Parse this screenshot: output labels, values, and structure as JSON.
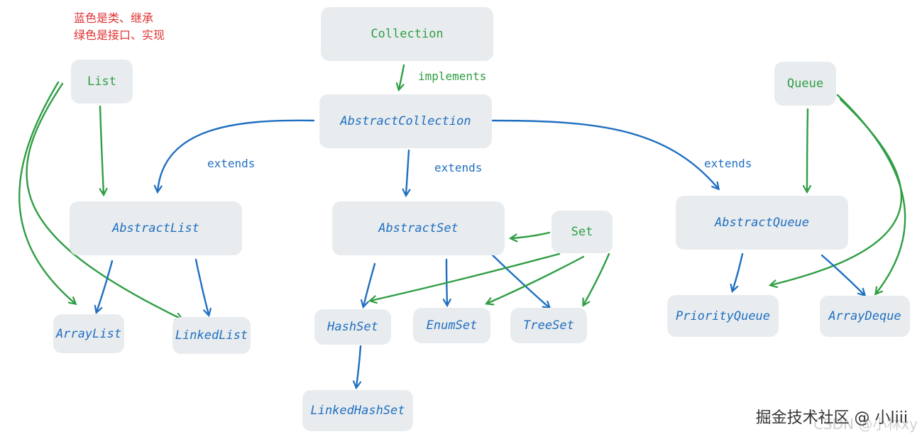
{
  "legend": {
    "line1": "蓝色是类、继承",
    "line2": "绿色是接口、实现"
  },
  "nodes": {
    "collection": "Collection",
    "abstract_collection": "AbstractCollection",
    "list": "List",
    "queue": "Queue",
    "set": "Set",
    "abstract_list": "AbstractList",
    "abstract_set": "AbstractSet",
    "abstract_queue": "AbstractQueue",
    "array_list": "ArrayList",
    "linked_list": "LinkedList",
    "hash_set": "HashSet",
    "enum_set": "EnumSet",
    "tree_set": "TreeSet",
    "linked_hash_set": "LinkedHashSet",
    "priority_queue": "PriorityQueue",
    "array_deque": "ArrayDeque"
  },
  "edge_labels": {
    "implements": "implements",
    "extends_left": "extends",
    "extends_middle": "extends",
    "extends_right": "extends"
  },
  "colors": {
    "class": "#1f6fc0",
    "interface": "#2f9e44",
    "legend": "#e03131",
    "node_bg": "#e9ecef"
  },
  "watermark": {
    "main": "掘金技术社区 @ 小liii",
    "faint": "CSDN @小林xy"
  }
}
